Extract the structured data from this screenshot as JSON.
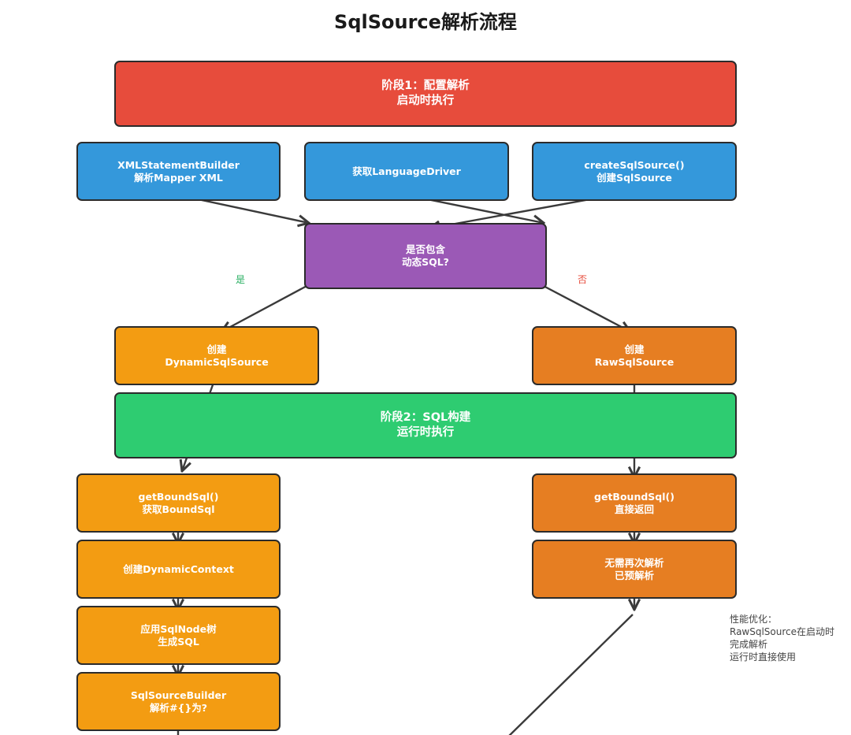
{
  "title": "SqlSource解析流程",
  "colors": {
    "stage1": "#e74c3c",
    "step": "#3498db",
    "decision": "#9b59b6",
    "dynamic_path": "#f39c12",
    "raw_path": "#e67e22",
    "stage2": "#2ecc71",
    "yes_label": "#27ae60",
    "no_label": "#e74c3c",
    "arrow": "#3a3a3a"
  },
  "stage1": {
    "label": "阶段1：配置解析\n启动时执行"
  },
  "steps": [
    {
      "label": "XMLStatementBuilder\n解析Mapper XML"
    },
    {
      "label": "获取LanguageDriver"
    },
    {
      "label": "createSqlSource()\n创建SqlSource"
    }
  ],
  "decision": {
    "label": "是否包含\n动态SQL?"
  },
  "edge_labels": {
    "yes": "是",
    "no": "否"
  },
  "dynamic_source": {
    "label": "创建\nDynamicSqlSource"
  },
  "raw_source": {
    "label": "创建\nRawSqlSource"
  },
  "stage2": {
    "label": "阶段2：SQL构建\n运行时执行"
  },
  "dynamic_steps": [
    {
      "label": "getBoundSql()\n获取BoundSql"
    },
    {
      "label": "创建DynamicContext"
    },
    {
      "label": "应用SqlNode树\n生成SQL"
    },
    {
      "label": "SqlSourceBuilder\n解析#{}为?"
    }
  ],
  "raw_steps": [
    {
      "label": "getBoundSql()\n直接返回"
    },
    {
      "label": "无需再次解析\n已预解析"
    }
  ],
  "note": "性能优化：\nRawSqlSource在启动时\n完成解析\n运行时直接使用"
}
